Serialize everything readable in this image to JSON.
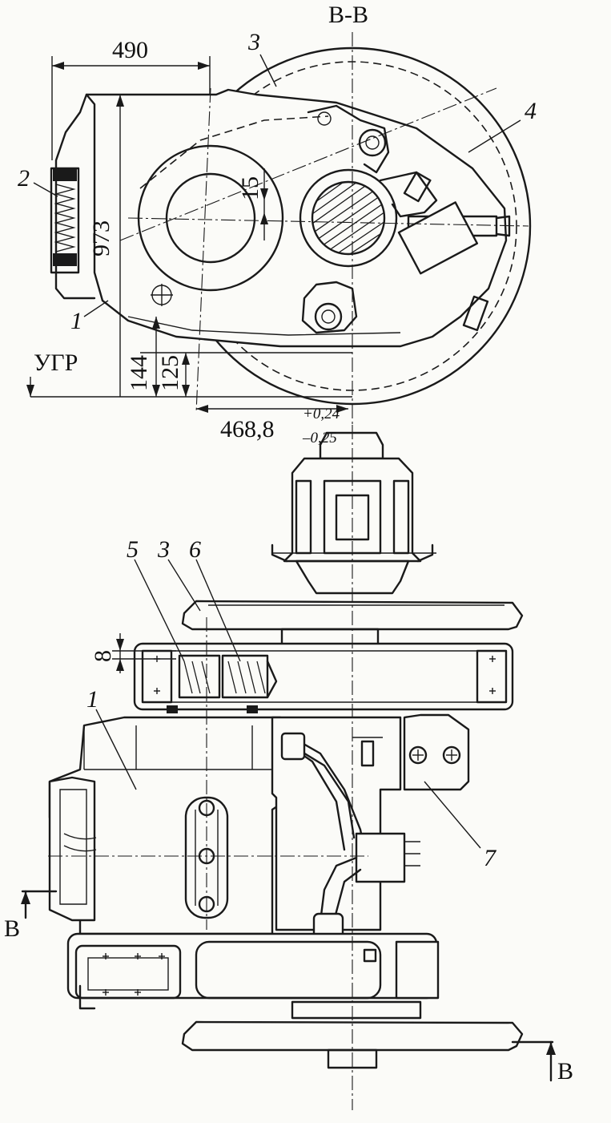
{
  "section_title": "В-В",
  "callouts": {
    "c1": "1",
    "c2": "2",
    "c3": "3",
    "c4": "4",
    "c5": "5",
    "c6": "6",
    "c7": "7",
    "c1b": "1",
    "c3b": "3"
  },
  "dimensions": {
    "width_top": "490",
    "height_total": "973",
    "offset_small": "15",
    "base_144": "144",
    "base_125": "125",
    "center_distance": "468,8",
    "tol_upper": "+0,24",
    "tol_lower": "–0,25",
    "gap_8": "8"
  },
  "labels": {
    "datum": "УГР",
    "section_mark_left": "В",
    "section_mark_right": "В"
  }
}
